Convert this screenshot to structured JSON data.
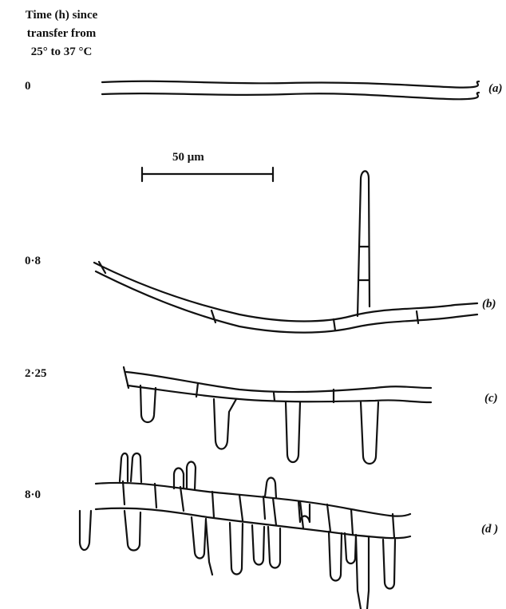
{
  "header": {
    "line1": "Time (h) since",
    "line2": "transfer from",
    "line3": "25° to 37 °C"
  },
  "scale_bar": {
    "label": "50 μm"
  },
  "panels": [
    {
      "time": "0",
      "label": "(a)"
    },
    {
      "time": "0·8",
      "label": "(b)"
    },
    {
      "time": "2·25",
      "label": "(c)"
    },
    {
      "time": "8·0",
      "label": "(d )"
    }
  ]
}
